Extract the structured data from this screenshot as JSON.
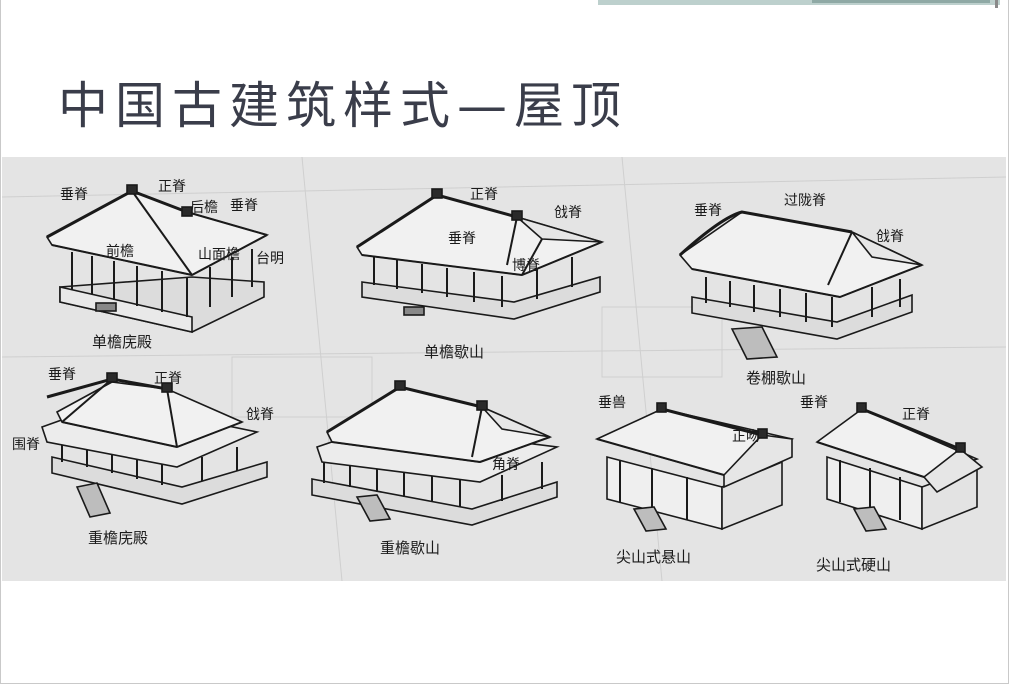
{
  "slide": {
    "title": "中国古建筑样式—屋顶"
  },
  "figure": {
    "buildings": [
      {
        "caption": "单檐庑殿",
        "labels": [
          "垂脊",
          "正脊",
          "后檐",
          "垂脊",
          "前檐",
          "山面檐",
          "台明"
        ]
      },
      {
        "caption": "单檐歇山",
        "labels": [
          "正脊",
          "戗脊",
          "垂脊",
          "博脊"
        ]
      },
      {
        "caption": "卷棚歇山",
        "labels": [
          "垂脊",
          "过陇脊",
          "戗脊"
        ]
      },
      {
        "caption": "重檐庑殿",
        "labels": [
          "垂脊",
          "正脊",
          "围脊",
          "戗脊"
        ]
      },
      {
        "caption": "重檐歇山",
        "labels": [
          "角脊"
        ]
      },
      {
        "caption": "尖山式悬山",
        "labels": [
          "垂兽",
          "正吻"
        ]
      },
      {
        "caption": "尖山式硬山",
        "labels": [
          "垂脊",
          "正脊"
        ]
      }
    ]
  }
}
